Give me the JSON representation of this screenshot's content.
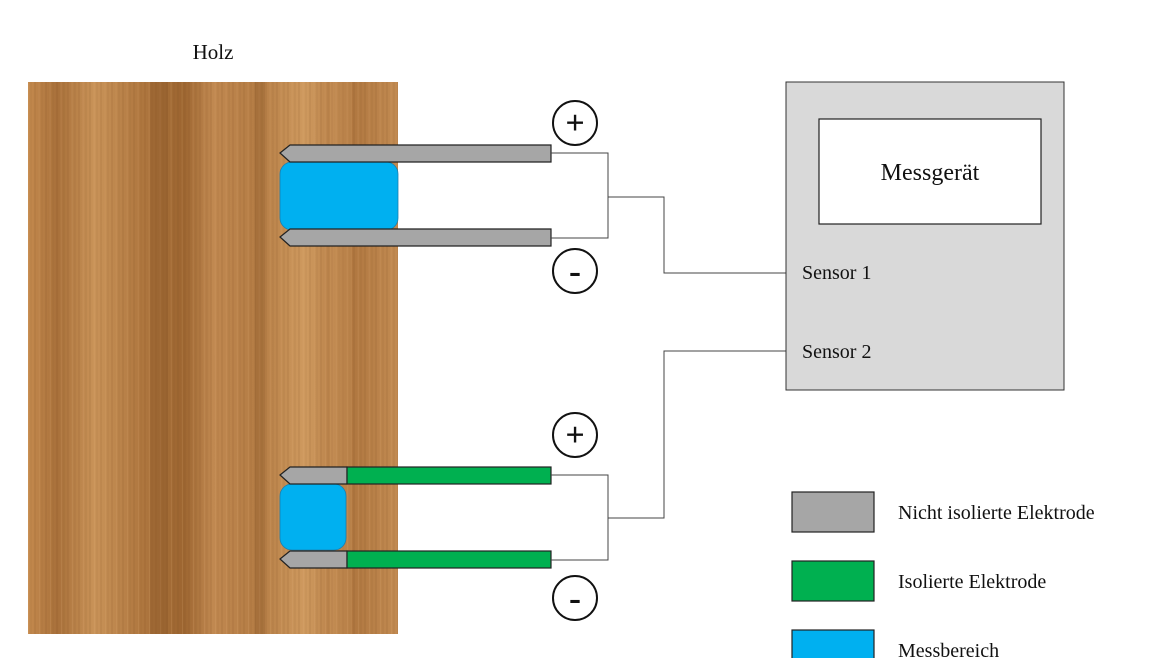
{
  "labels": {
    "wood": "Holz",
    "device": "Messgerät",
    "sensor1": "Sensor 1",
    "sensor2": "Sensor 2"
  },
  "polarity": {
    "plus": "+",
    "minus": "-"
  },
  "legend": [
    {
      "label": "Nicht isolierte Elektrode",
      "color": "#a6a6a6"
    },
    {
      "label": "Isolierte Elektrode",
      "color": "#00b050"
    },
    {
      "label": "Messbereich",
      "color": "#00b0f0"
    }
  ],
  "colors": {
    "wood_base": "#b57a3f",
    "device_fill": "#d9d9d9",
    "electrode_bare": "#a6a6a6",
    "electrode_insulated": "#00b050",
    "measuring_zone": "#00b0f0"
  }
}
